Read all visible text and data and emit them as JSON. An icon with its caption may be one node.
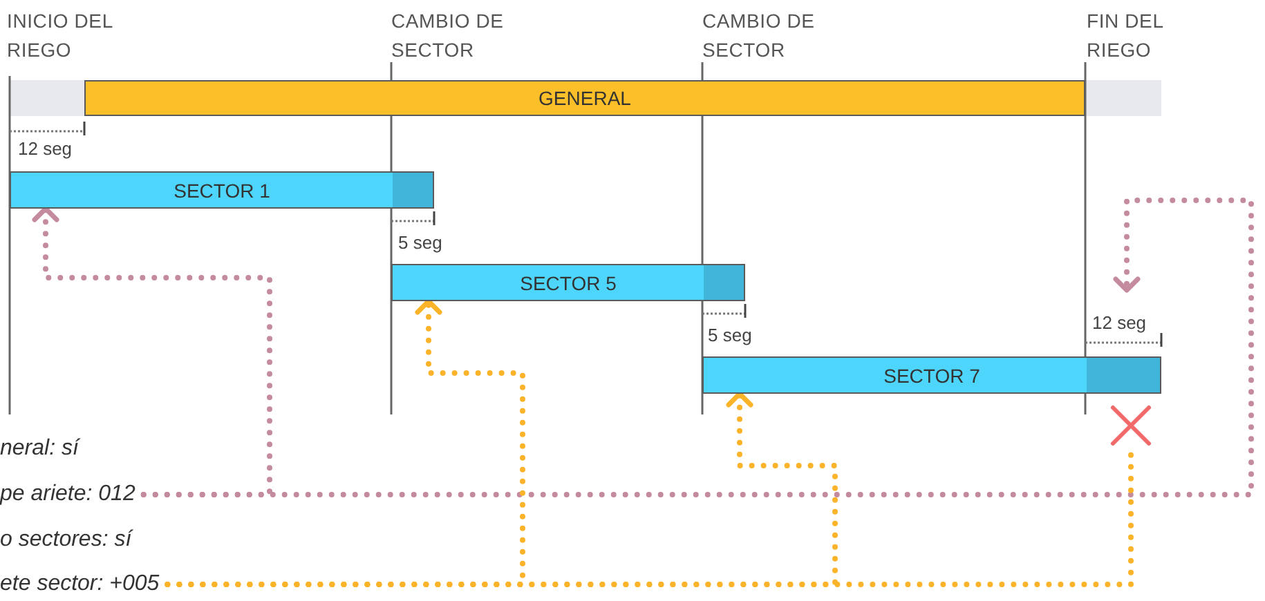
{
  "diagram": {
    "nodes": [
      {
        "text": [
          "GENERAL"
        ]
      },
      {
        "text": [
          "SECTOR 1"
        ]
      },
      {
        "text": [
          "SECTOR 5"
        ]
      },
      {
        "text": [
          "SECTOR 7"
        ]
      },
      {
        "text": [],
        "shape": "cross"
      },
      {
        "text": [
          "pe ariete: 012"
        ]
      },
      {
        "text": [
          "ete sector: +005"
        ]
      }
    ],
    "edges": [
      {
        "from": 5,
        "to": 1,
        "arrow": "to",
        "color": "#c48a9e"
      },
      {
        "from": 5,
        "to": null,
        "arrow": "to",
        "color": "#c48a9e"
      },
      {
        "from": 6,
        "to": 2,
        "arrow": "to"
      },
      {
        "from": 6,
        "to": 3,
        "arrow": "to"
      },
      {
        "from": 6,
        "to": 4,
        "arrow": "none"
      }
    ],
    "labels": [
      "INICIO DEL RIEGO",
      "CAMBIO DE SECTOR",
      "CAMBIO DE SECTOR",
      "FIN DEL RIEGO",
      "12 seg",
      "5 seg",
      "5 seg",
      "12 seg",
      "neral: sí",
      "o sectores: sí"
    ]
  }
}
